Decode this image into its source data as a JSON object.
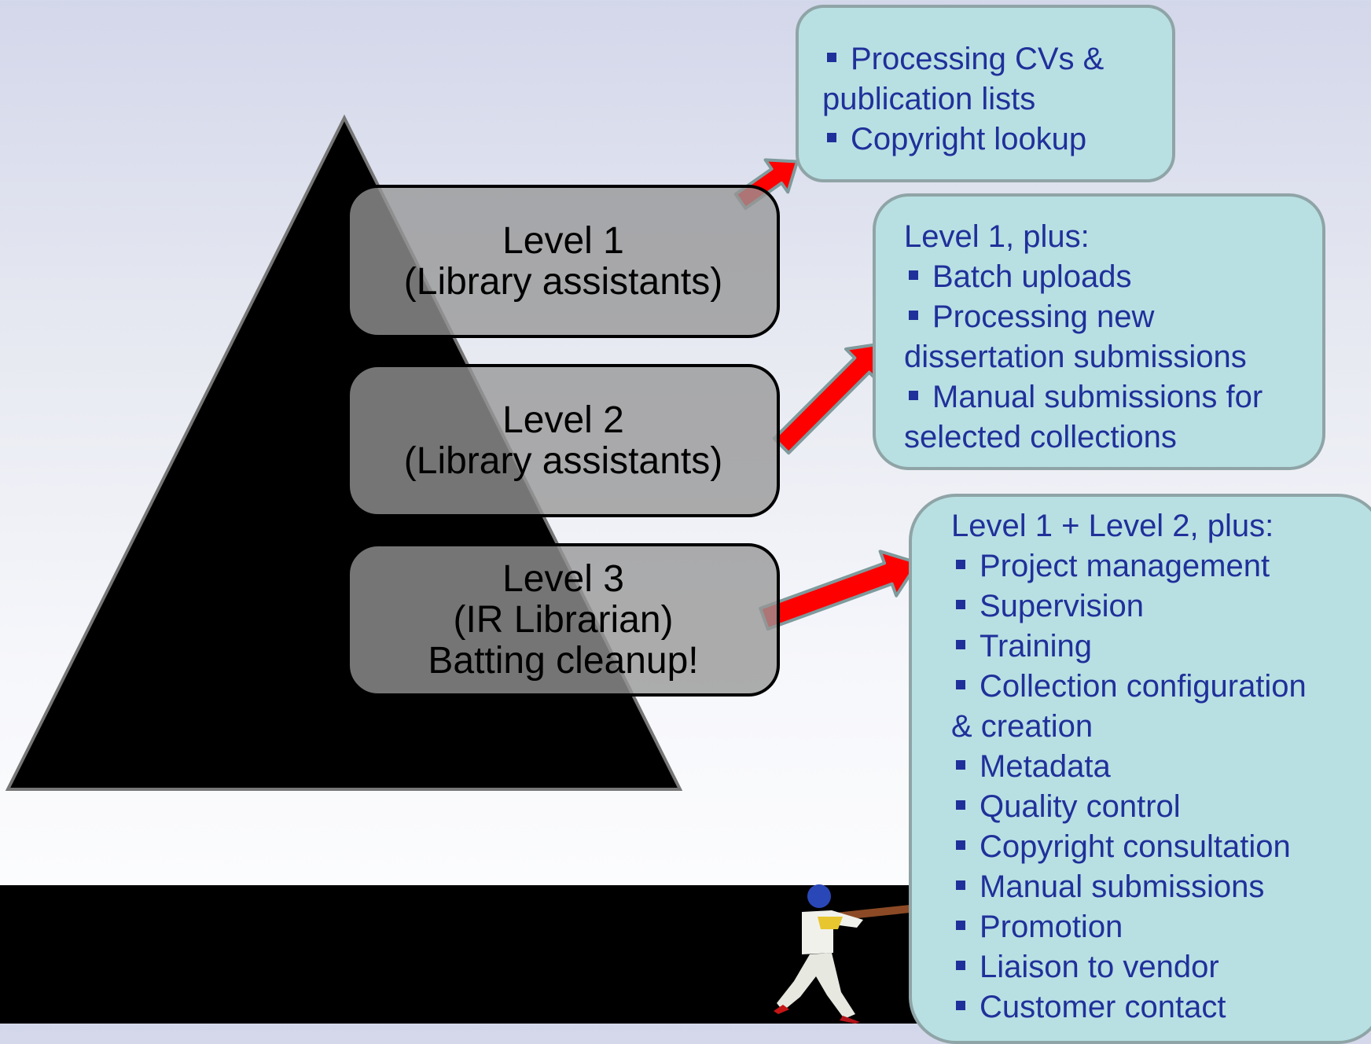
{
  "levels": [
    {
      "lines": [
        "Level 1",
        "(Library assistants)"
      ]
    },
    {
      "lines": [
        "Level 2",
        "(Library assistants)"
      ]
    },
    {
      "lines": [
        "Level 3",
        "(IR Librarian)",
        "Batting cleanup!"
      ]
    }
  ],
  "boxes": {
    "level1": {
      "rows": [
        {
          "bullet": true,
          "text": "Processing CVs &"
        },
        {
          "bullet": false,
          "text": "publication lists"
        },
        {
          "bullet": true,
          "text": "Copyright lookup"
        }
      ]
    },
    "level2": {
      "heading": "Level 1, plus:",
      "rows": [
        {
          "bullet": true,
          "text": "Batch uploads"
        },
        {
          "bullet": true,
          "text": "Processing new"
        },
        {
          "bullet": false,
          "text": "dissertation submissions"
        },
        {
          "bullet": true,
          "text": "Manual submissions for"
        },
        {
          "bullet": false,
          "text": "selected collections"
        }
      ]
    },
    "level3": {
      "heading": "Level 1 + Level 2, plus:",
      "rows": [
        {
          "bullet": true,
          "text": "Project management"
        },
        {
          "bullet": true,
          "text": "Supervision"
        },
        {
          "bullet": true,
          "text": "Training"
        },
        {
          "bullet": true,
          "text": "Collection configuration"
        },
        {
          "bullet": false,
          "text": "& creation"
        },
        {
          "bullet": true,
          "text": "Metadata"
        },
        {
          "bullet": true,
          "text": "Quality control"
        },
        {
          "bullet": true,
          "text": "Copyright consultation"
        },
        {
          "bullet": true,
          "text": "Manual submissions"
        },
        {
          "bullet": true,
          "text": "Promotion"
        },
        {
          "bullet": true,
          "text": "Liaison to vendor"
        },
        {
          "bullet": true,
          "text": "Customer contact"
        }
      ]
    }
  },
  "colors": {
    "box_fill": "#b8e0e3",
    "box_text": "#20309a",
    "arrow": "#ff0000"
  },
  "icons": {
    "player": "baseball-batter-icon"
  }
}
